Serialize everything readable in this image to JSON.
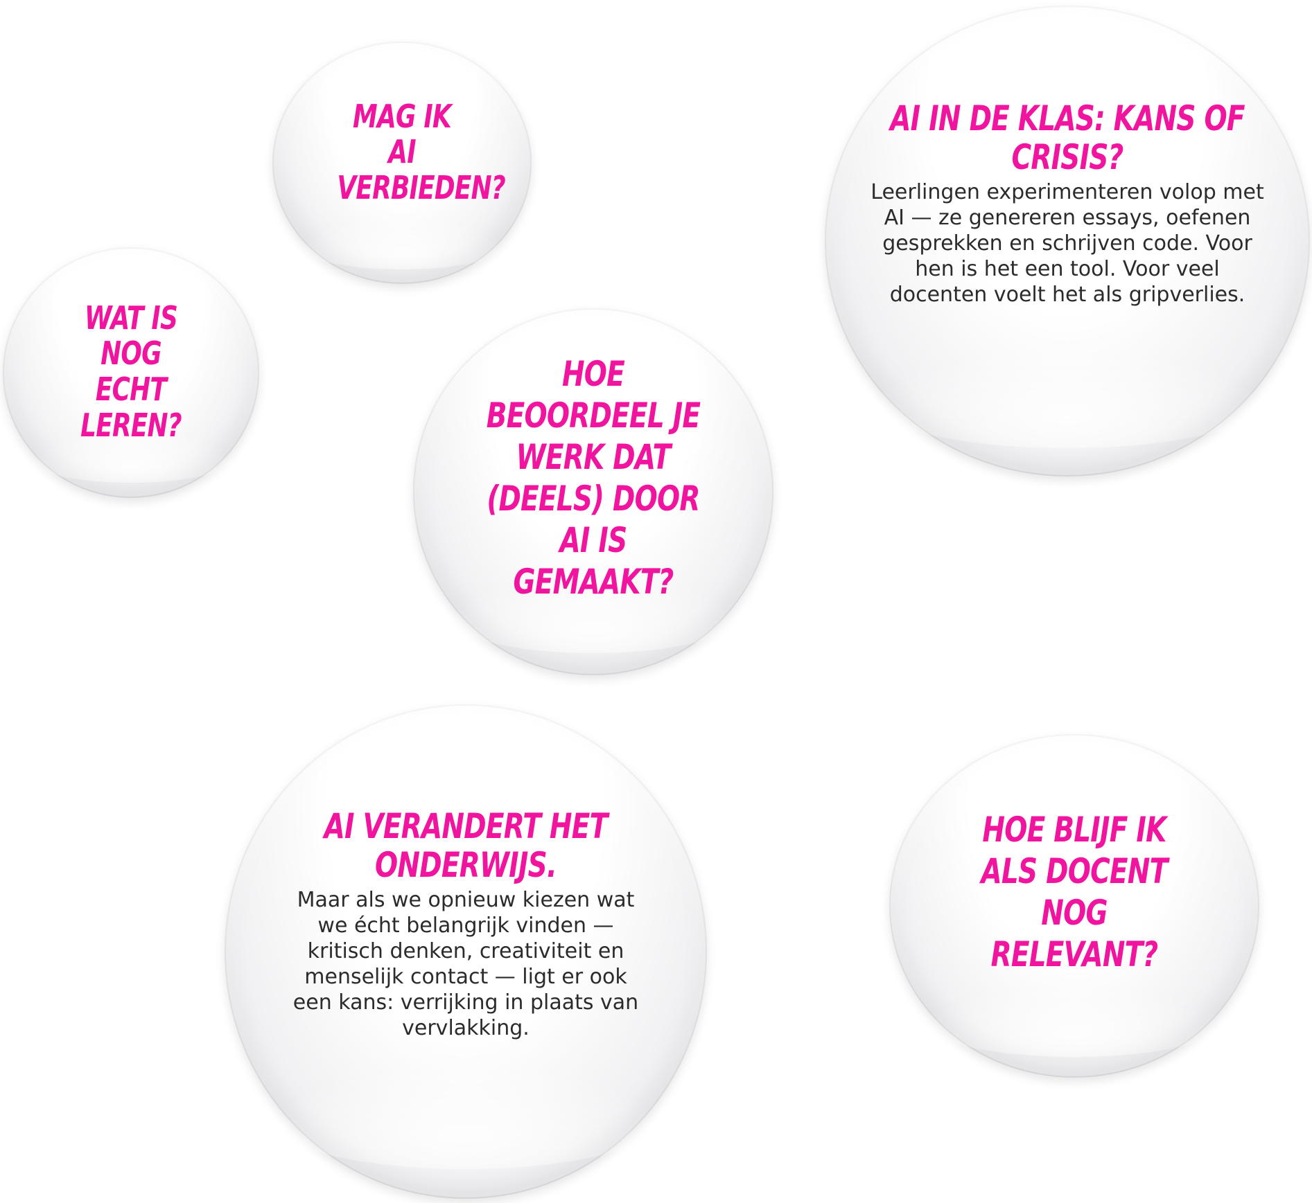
{
  "bubbles": {
    "mag_ik_ai": {
      "title": "MAG IK AI VERBIEDEN?"
    },
    "wat_is_nog": {
      "title": "WAT IS NOG ECHT LEREN?"
    },
    "hoe_beoordeel": {
      "title": "HOE BEOORDEEL JE WERK DAT (DEELS) DOOR AI IS GEMAAKT?"
    },
    "ai_in_de_klas": {
      "title": "AI IN DE KLAS: KANS OF CRISIS?",
      "text": "Leerlingen experimenteren volop met AI — ze genereren essays, oefenen gesprekken en schrijven code. Voor hen is het een tool. Voor veel docenten voelt het als gripverlies."
    },
    "ai_verandert": {
      "title": "AI VERANDERT HET ONDERWIJS.",
      "text": "Maar als we opnieuw kiezen wat we écht belangrijk vinden — kritisch denken, creativiteit en menselijk contact — ligt er ook een kans: verrijking in plaats van vervlakking."
    },
    "hoe_blijf_ik": {
      "title": "HOE BLIJF IK ALS DOCENT NOG RELEVANT?"
    }
  },
  "colors": {
    "accent": "#f0149f",
    "text": "#2b2b2b",
    "background": "#ffffff"
  }
}
